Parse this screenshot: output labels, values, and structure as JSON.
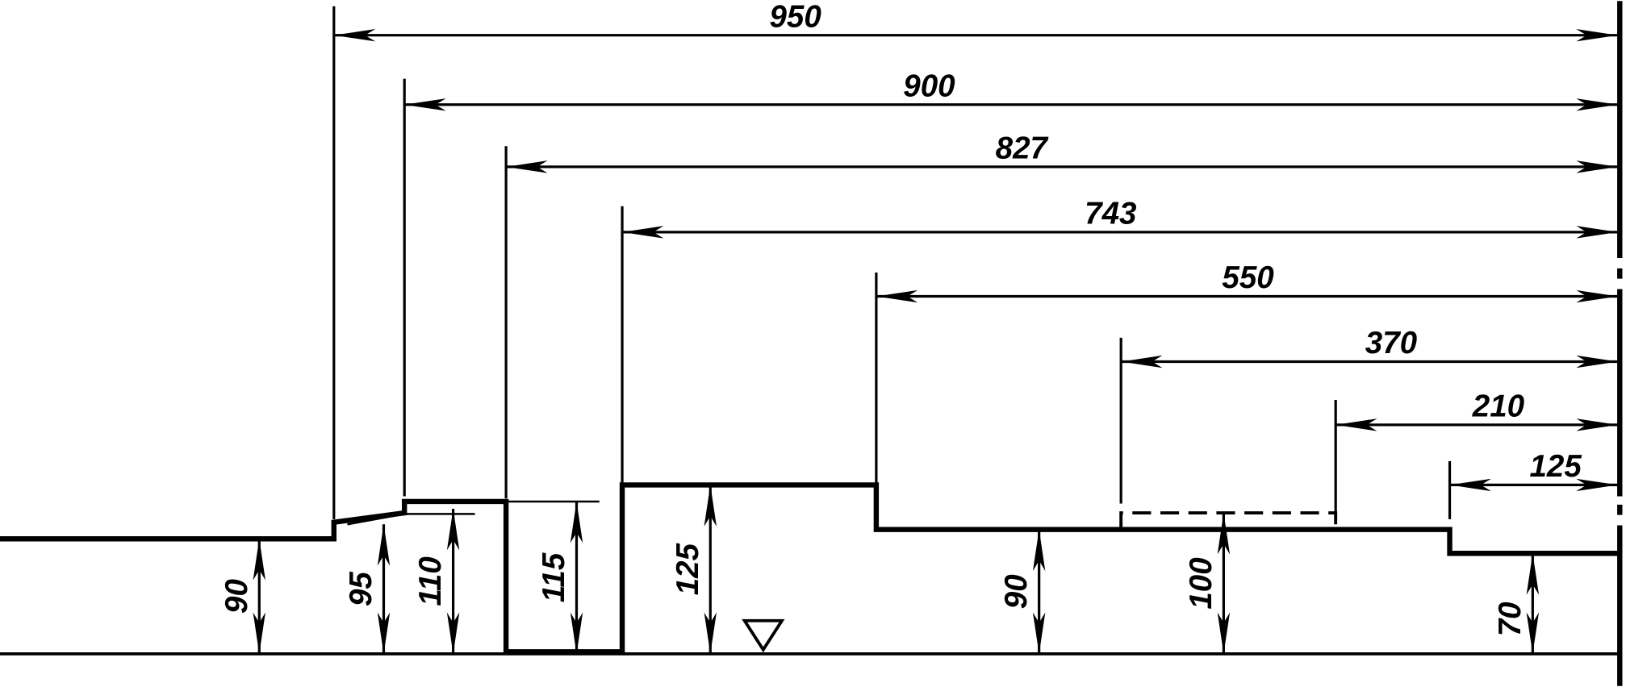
{
  "drawing": {
    "horizontal_dimensions": [
      {
        "label": "950"
      },
      {
        "label": "900"
      },
      {
        "label": "827"
      },
      {
        "label": "743"
      },
      {
        "label": "550"
      },
      {
        "label": "370"
      },
      {
        "label": "210"
      },
      {
        "label": "125"
      }
    ],
    "vertical_dimensions": [
      {
        "label": "90"
      },
      {
        "label": "95"
      },
      {
        "label": "110"
      },
      {
        "label": "115"
      },
      {
        "label": "125"
      },
      {
        "label": "90"
      },
      {
        "label": "100"
      },
      {
        "label": "70"
      }
    ],
    "colors": {
      "line": "#000000",
      "background": "#ffffff"
    }
  }
}
